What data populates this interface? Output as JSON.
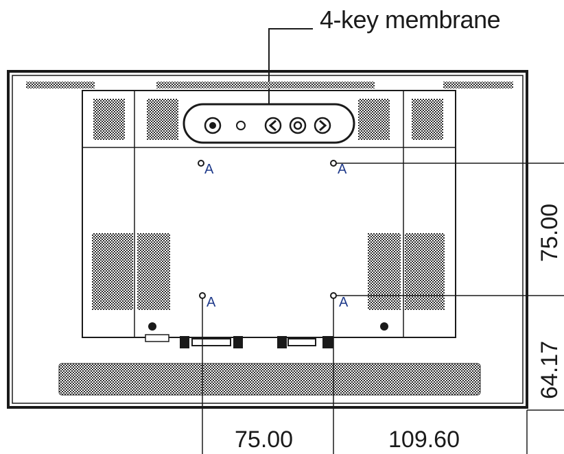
{
  "diagram": {
    "title_label": "4-key membrane",
    "hole_label": "A",
    "dimensions": {
      "horizontal_left": "75.00",
      "horizontal_right": "109.60",
      "vertical_upper": "75.00",
      "vertical_lower": "64.17"
    }
  },
  "colors": {
    "line": "#1a1a1a",
    "hole_label": "#1f3a8a",
    "vent": "#2b2b2b",
    "background": "#ffffff"
  }
}
